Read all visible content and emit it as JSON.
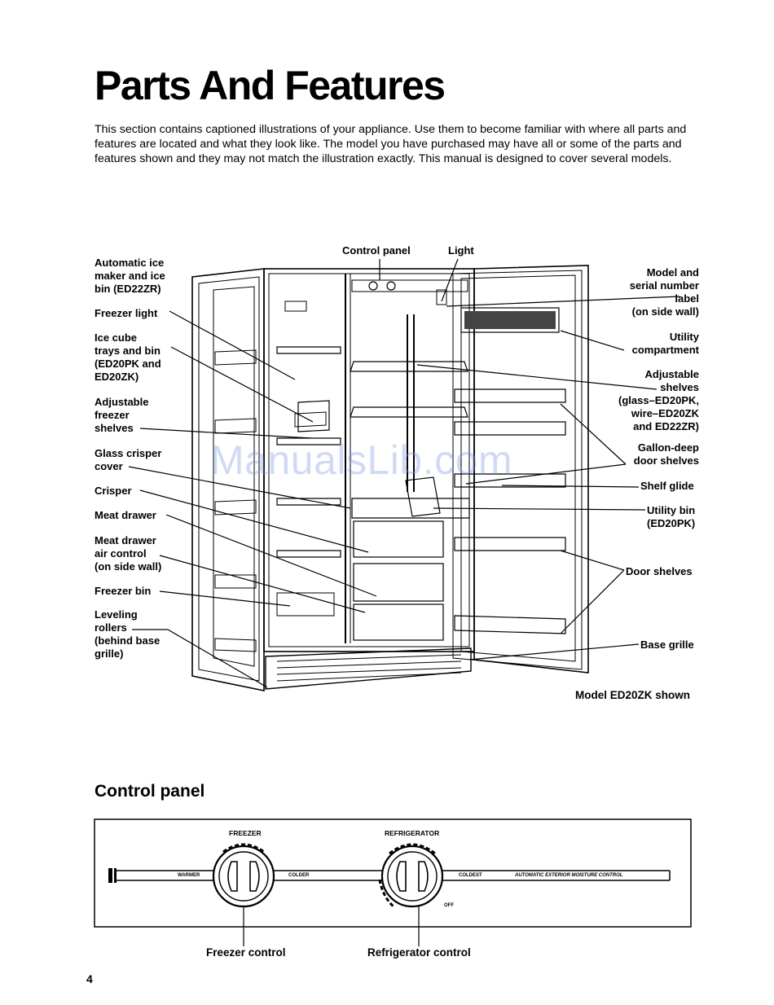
{
  "title": "Parts And Features",
  "intro": "This section contains captioned illustrations of your appliance. Use them to become familiar with where all parts and features are located and what they look like. The model you have purchased may have all or some of the parts and features shown and they may not match the illustration exactly. This manual is designed to cover several models.",
  "labels": {
    "control_panel": "Control panel",
    "light": "Light",
    "ice_maker": "Automatic ice\nmaker and ice\nbin (ED22ZR)",
    "freezer_light": "Freezer light",
    "ice_cube": "Ice cube\ntrays and bin\n(ED20PK and\nED20ZK)",
    "freezer_shelves": "Adjustable\nfreezer\nshelves",
    "glass_crisper": "Glass crisper\ncover",
    "crisper": "Crisper",
    "meat_drawer": "Meat drawer",
    "meat_air": "Meat drawer\nair control\n(on side wall)",
    "freezer_bin": "Freezer bin",
    "leveling": "Leveling\nrollers\n(behind base\ngrille)",
    "model_serial": "Model and\nserial number\nlabel\n(on side wall)",
    "utility_comp": "Utility\ncompartment",
    "adj_shelves": "Adjustable\nshelves\n(glass–ED20PK,\nwire–ED20ZK\nand ED22ZR)",
    "gallon": "Gallon-deep\ndoor shelves",
    "shelf_glide": "Shelf glide",
    "utility_bin": "Utility bin\n(ED20PK)",
    "door_shelves": "Door shelves",
    "base_grille": "Base grille"
  },
  "caption": "Model ED20ZK shown",
  "control_section": {
    "title": "Control panel",
    "freezer_heading": "FREEZER",
    "fridge_heading": "REFRIGERATOR",
    "warmer": "WARMER",
    "colder": "COLDER",
    "coldest": "COLDEST",
    "off": "OFF",
    "moisture": "AUTOMATIC EXTERIOR MOISTURE CONTROL",
    "freezer_control": "Freezer control",
    "fridge_control": "Refrigerator control"
  },
  "watermark": "ManualsLib.com",
  "page_number": "4"
}
